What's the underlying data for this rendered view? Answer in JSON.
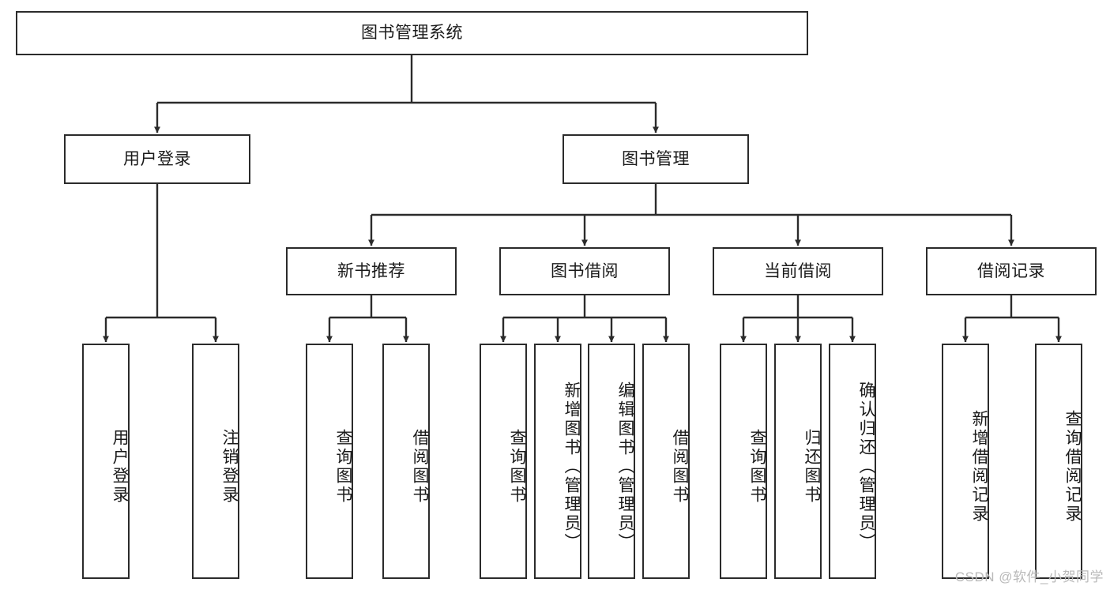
{
  "diagram": {
    "type": "tree-flowchart",
    "title": "图书管理系统",
    "root": {
      "label": "图书管理系统"
    },
    "level2": [
      {
        "label": "用户登录"
      },
      {
        "label": "图书管理"
      }
    ],
    "level3": [
      {
        "label": "新书推荐"
      },
      {
        "label": "图书借阅"
      },
      {
        "label": "当前借阅"
      },
      {
        "label": "借阅记录"
      }
    ],
    "leaves": {
      "user_login": [
        {
          "label": "用户登录"
        },
        {
          "label": "注销登录"
        }
      ],
      "new_book_recommend": [
        {
          "label": "查询图书"
        },
        {
          "label": "借阅图书"
        }
      ],
      "book_borrow": [
        {
          "label": "查询图书"
        },
        {
          "label": "新增图书（管理员）"
        },
        {
          "label": "编辑图书（管理员）"
        },
        {
          "label": "借阅图书"
        }
      ],
      "current_borrow": [
        {
          "label": "查询图书"
        },
        {
          "label": "归还图书"
        },
        {
          "label": "确认归还（管理员）"
        }
      ],
      "borrow_records": [
        {
          "label": "新增借阅记录"
        },
        {
          "label": "查询借阅记录"
        }
      ]
    }
  },
  "watermark": {
    "text": "CSDN @软件_小贺同学"
  },
  "colors": {
    "stroke": "#2b2b2b",
    "fill": "#ffffff",
    "text": "#1a1a1a",
    "watermark": "#b9b9b9"
  }
}
